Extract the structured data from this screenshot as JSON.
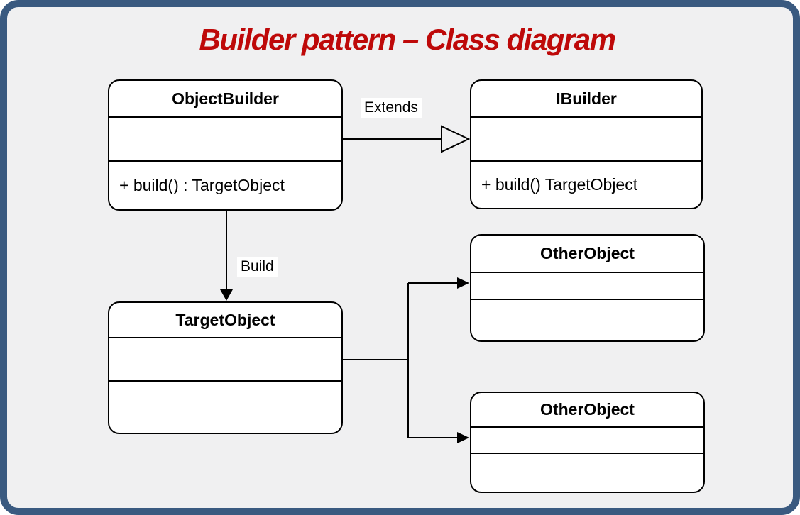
{
  "title": "Builder pattern – Class diagram",
  "colors": {
    "frame_blue": "#3A5A80",
    "canvas_gray": "#F0F0F1",
    "title_red": "#BE0909",
    "box_fill": "#FFFFFF",
    "stroke_black": "#000000"
  },
  "classes": [
    {
      "name": "ObjectBuilder",
      "attributes": "",
      "methods": "+ build() : TargetObject"
    },
    {
      "name": "IBuilder",
      "attributes": "",
      "methods": "+ build() TargetObject"
    },
    {
      "name": "TargetObject",
      "attributes": "",
      "methods": ""
    },
    {
      "name": "OtherObject",
      "attributes": "",
      "methods": ""
    },
    {
      "name": "OtherObject",
      "attributes": "",
      "methods": ""
    }
  ],
  "relationships": [
    {
      "label": "Extends",
      "from": "ObjectBuilder",
      "to": "IBuilder",
      "type": "inheritance"
    },
    {
      "label": "Build",
      "from": "ObjectBuilder",
      "to": "TargetObject",
      "type": "directed-association"
    },
    {
      "label": "",
      "from": "TargetObject",
      "to": "OtherObject (top)",
      "type": "directed-association"
    },
    {
      "label": "",
      "from": "TargetObject",
      "to": "OtherObject (bottom)",
      "type": "directed-association"
    }
  ]
}
